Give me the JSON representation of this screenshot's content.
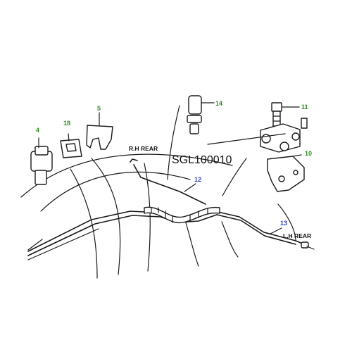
{
  "callouts": {
    "c4": "4",
    "c18": "18",
    "c5": "5",
    "c14": "14",
    "c11": "11",
    "c10": "10",
    "c12": "12",
    "c13": "13"
  },
  "labels": {
    "rh_rear": "R.H REAR",
    "lh_rear": "L.H REAR",
    "part_number": "SGL100010"
  },
  "colors": {
    "green_callout": "#2e8b1f",
    "blue_callout": "#2a3fb8",
    "line": "#1a1a1a"
  }
}
